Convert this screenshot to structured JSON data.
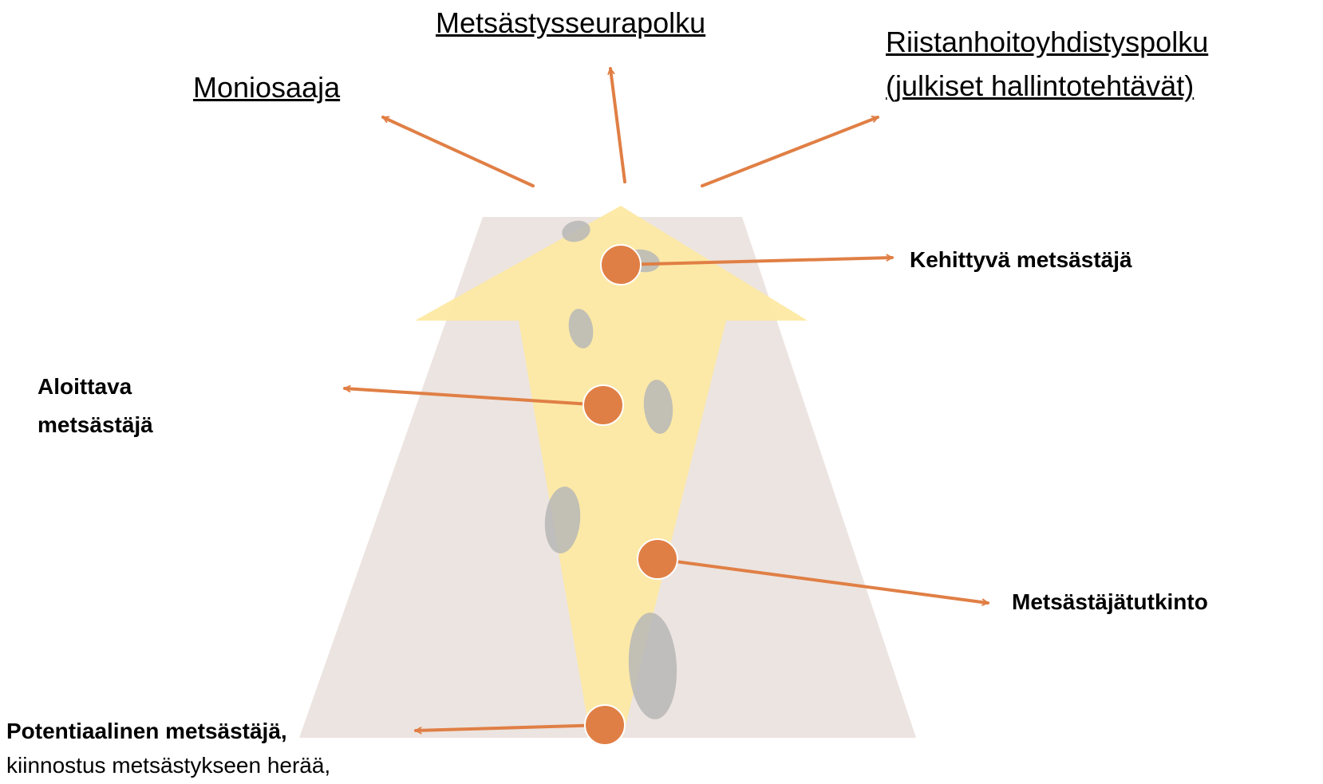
{
  "colors": {
    "road": "#ece4e0",
    "arrow_fill": "#fde9a3",
    "connector": "#e07f45",
    "footprint": "#b8b8b8",
    "text": "#000000"
  },
  "paths": {
    "moniosaaja": "Moniosaaja",
    "metsastysseura": "Metsästysseurapolku",
    "riista_line1": "Riistanhoitoyhdistyspolku",
    "riista_line2": "(julkiset hallintotehtävät)"
  },
  "stages": {
    "kehittyva": "Kehittyvä metsästäjä",
    "aloittava_line1": "Aloittava",
    "aloittava_line2": "metsästäjä",
    "tutkinto": "Metsästäjätutkinto",
    "potentiaalinen": "Potentiaalinen metsästäjä,",
    "potentiaalinen_sub": "kiinnostus metsästykseen herää,"
  },
  "icons": {
    "footprint": "footprint-icon",
    "milestone": "milestone-dot-icon",
    "arrow": "arrow-icon"
  }
}
